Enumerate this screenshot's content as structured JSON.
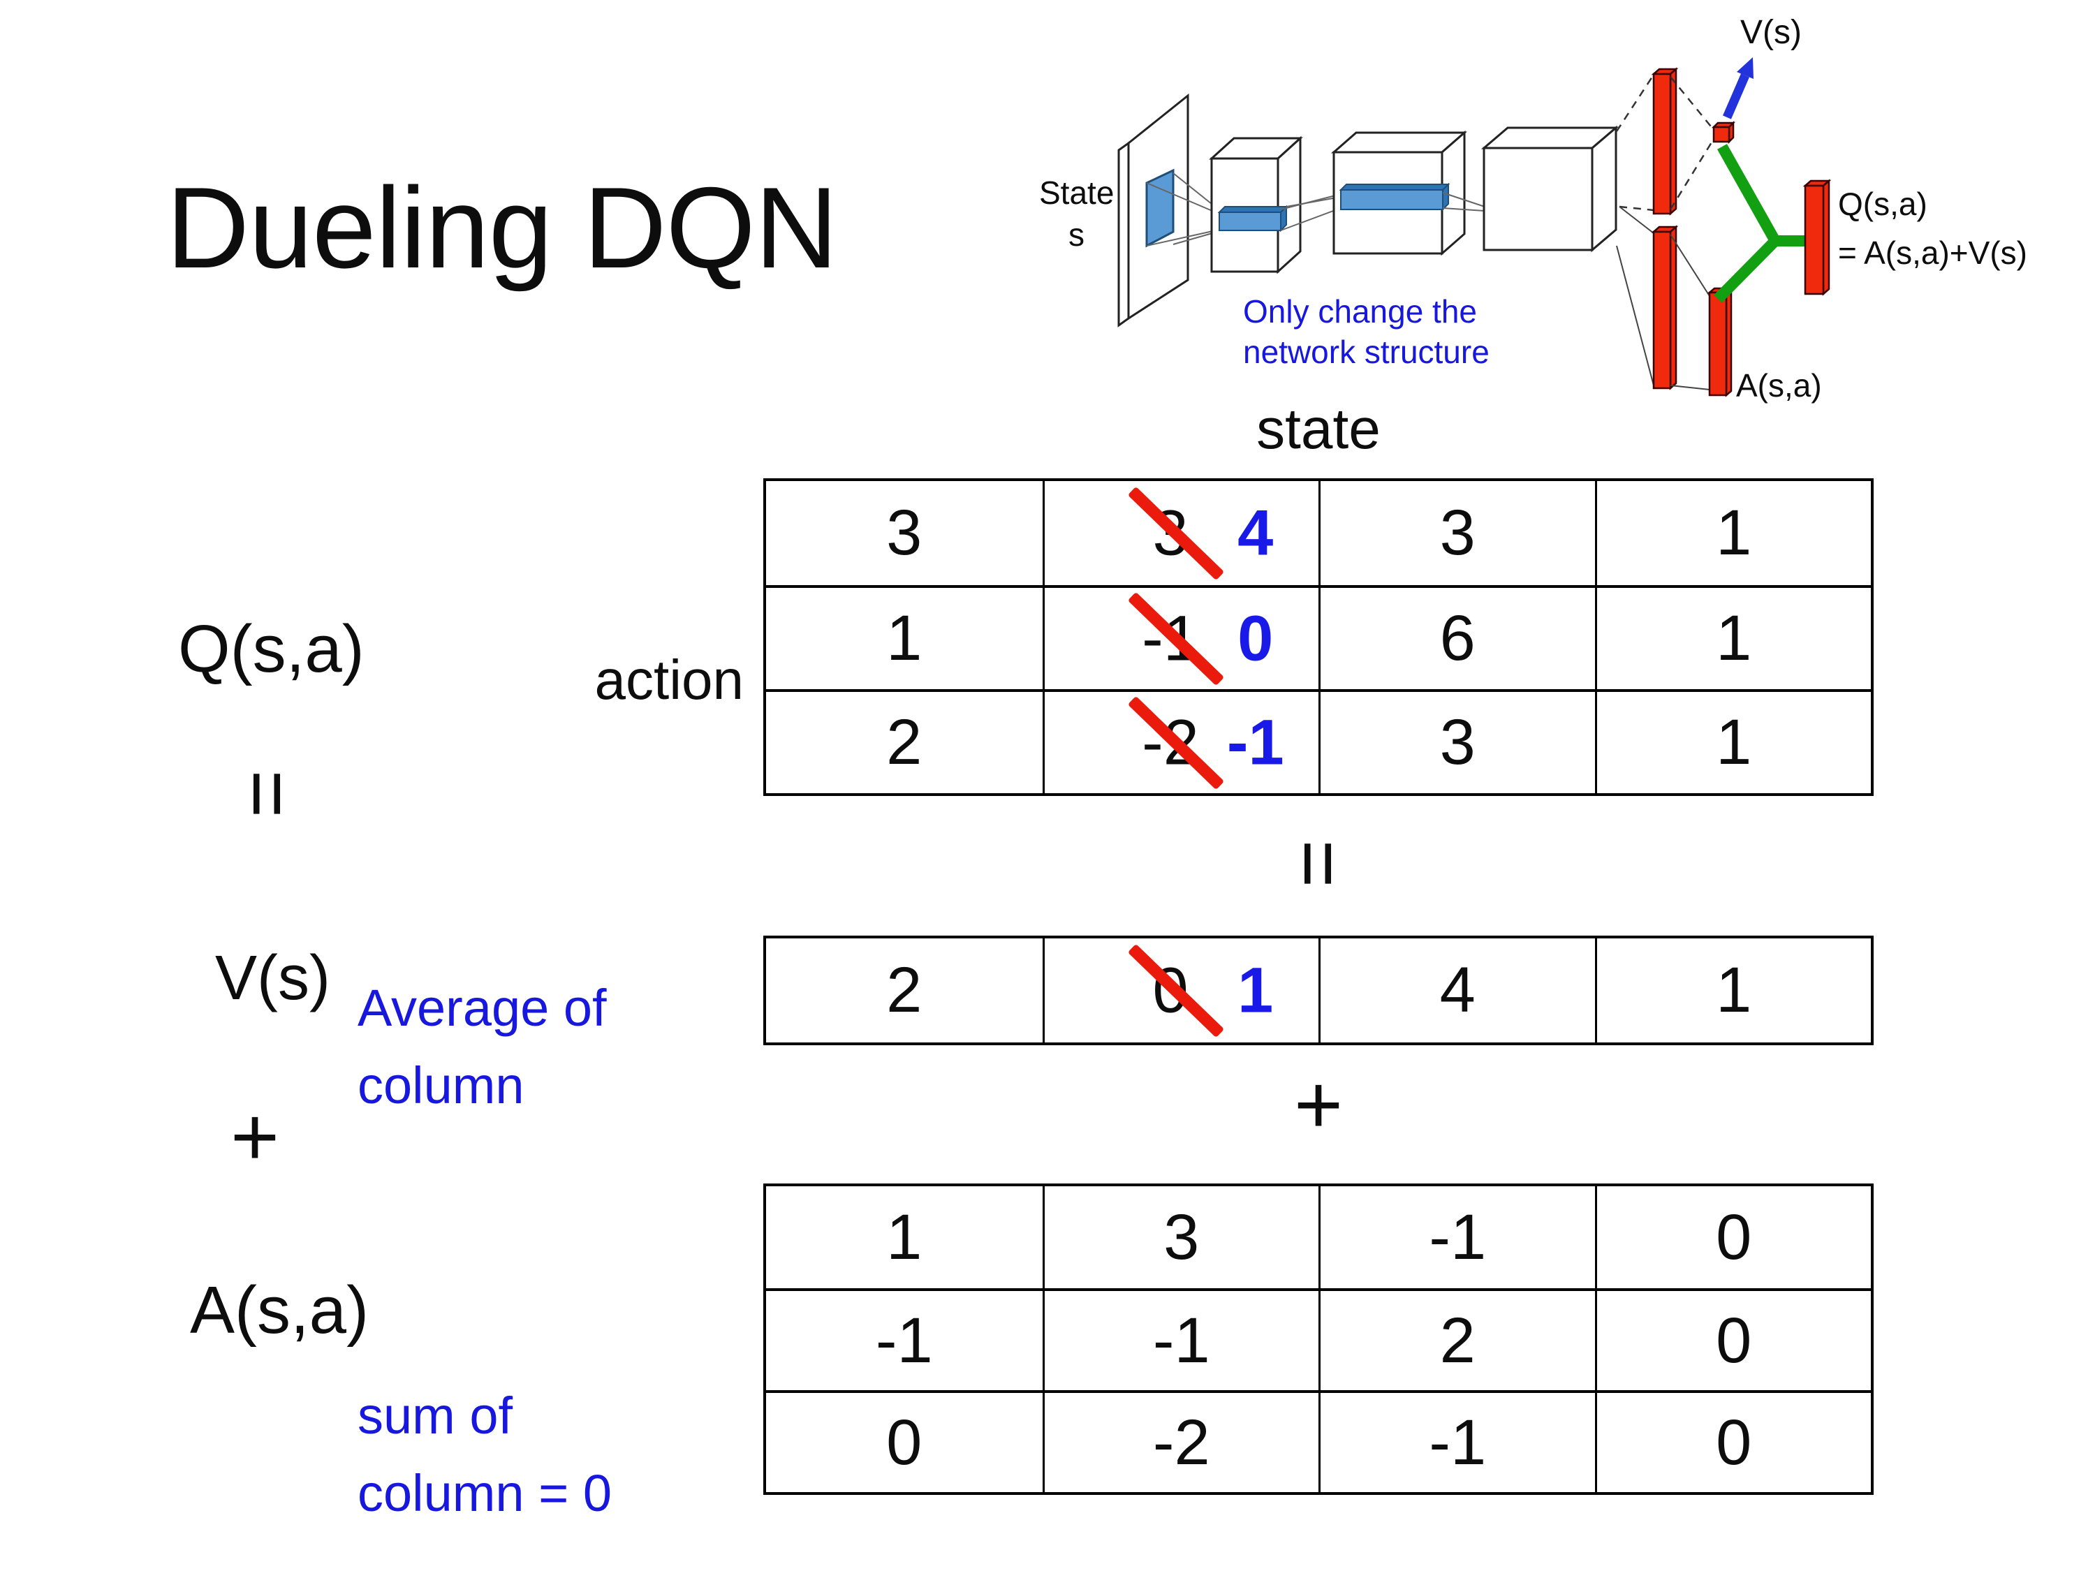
{
  "slide": {
    "title": "Dueling DQN"
  },
  "network": {
    "state_line1": "State",
    "state_line2": "s",
    "v_output": "V(s)",
    "a_output": "A(s,a)",
    "q_output_line1": "Q(s,a)",
    "q_output_line2": "= A(s,a)+V(s)",
    "note_line1": "Only change the",
    "note_line2": "network structure"
  },
  "matrix_section": {
    "state_header": "state",
    "action_header": "action",
    "q_label": "Q(s,a)",
    "v_label": "V(s)",
    "a_label": "A(s,a)",
    "equals": "=",
    "plus": "+",
    "v_note_line1": "Average of",
    "v_note_line2": "column",
    "a_note_line1": "sum of",
    "a_note_line2": "column = 0"
  },
  "q_table": {
    "rows": [
      {
        "cells": [
          {
            "text": "3"
          },
          {
            "old": "3",
            "new": "4"
          },
          {
            "text": "3"
          },
          {
            "text": "1"
          }
        ]
      },
      {
        "cells": [
          {
            "text": "1"
          },
          {
            "old": "-1",
            "new": "0"
          },
          {
            "text": "6"
          },
          {
            "text": "1"
          }
        ]
      },
      {
        "cells": [
          {
            "text": "2"
          },
          {
            "old": "-2",
            "new": "-1"
          },
          {
            "text": "3"
          },
          {
            "text": "1"
          }
        ]
      }
    ]
  },
  "v_table": {
    "rows": [
      {
        "cells": [
          {
            "text": "2"
          },
          {
            "old": "0",
            "new": "1"
          },
          {
            "text": "4"
          },
          {
            "text": "1"
          }
        ]
      }
    ]
  },
  "a_table": {
    "rows": [
      {
        "cells": [
          {
            "text": "1"
          },
          {
            "text": "3"
          },
          {
            "text": "-1"
          },
          {
            "text": "0"
          }
        ]
      },
      {
        "cells": [
          {
            "text": "-1"
          },
          {
            "text": "-1"
          },
          {
            "text": "2"
          },
          {
            "text": "0"
          }
        ]
      },
      {
        "cells": [
          {
            "text": "0"
          },
          {
            "text": "-2"
          },
          {
            "text": "-1"
          },
          {
            "text": "0"
          }
        ]
      }
    ]
  },
  "colors": {
    "accent_blue": "#1717de",
    "number_blue": "#1a1ae8",
    "strike_red": "#ea1b0c",
    "bar_red": "#f02b0d",
    "link_green": "#12a012",
    "conv_blue": "#5b9bd5"
  }
}
